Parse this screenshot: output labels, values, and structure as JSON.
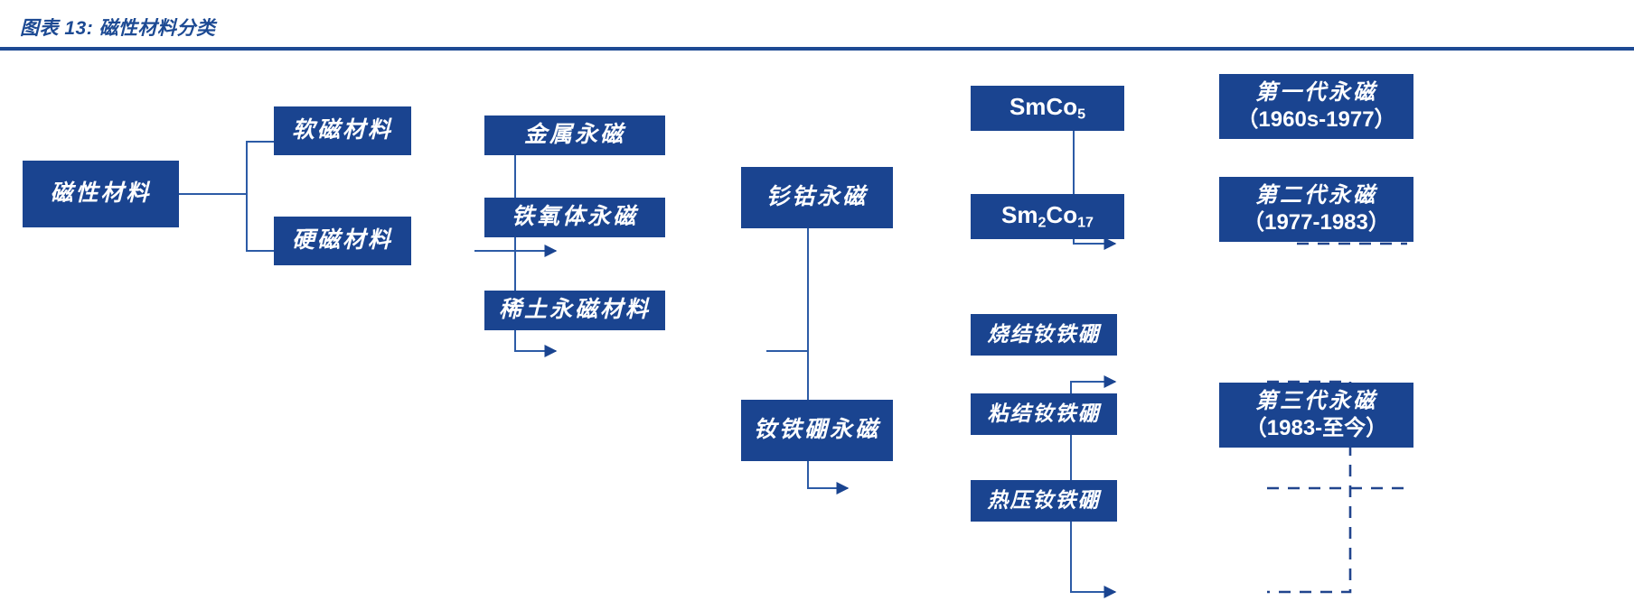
{
  "header": {
    "title": "图表 13:  磁性材料分类",
    "accent_color": "#1d4a93"
  },
  "theme": {
    "box_fill": "#1a4490",
    "box_text": "#ffffff",
    "connector_color": "#2c5ba6",
    "dashed_color": "#21458e"
  },
  "diagram": {
    "type": "tree",
    "root": {
      "label": "磁性材料"
    },
    "level2": [
      {
        "label": "软磁材料"
      },
      {
        "label": "硬磁材料"
      }
    ],
    "level3": [
      {
        "label": "金属永磁"
      },
      {
        "label": "铁氧体永磁"
      },
      {
        "label": "稀土永磁材料"
      }
    ],
    "level4": [
      {
        "label": "钐钴永磁"
      },
      {
        "label": "钕铁硼永磁"
      }
    ],
    "level5": [
      {
        "label_html": "SmCo<sub>5</sub>",
        "label_text": "SmCo5"
      },
      {
        "label_html": "Sm<sub>2</sub>Co<sub>17</sub>",
        "label_text": "Sm2Co17"
      },
      {
        "label": "烧结钕铁硼"
      },
      {
        "label": "粘结钕铁硼"
      },
      {
        "label": "热压钕铁硼"
      }
    ],
    "generations": [
      {
        "name": "第一代永磁",
        "period": "（1960s-1977）"
      },
      {
        "name": "第二代永磁",
        "period": "（1977-1983）"
      },
      {
        "name": "第三代永磁",
        "period": "（1983-至今）"
      }
    ]
  }
}
